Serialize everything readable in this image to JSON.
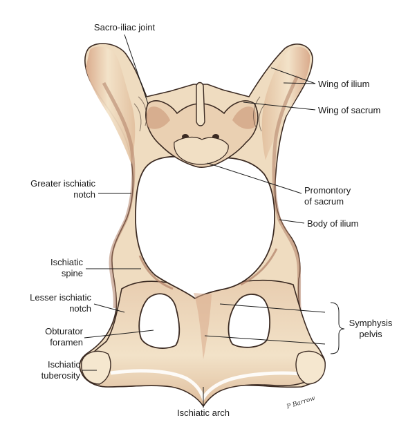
{
  "labels": {
    "sacro_iliac_joint": "Sacro-iliac joint",
    "wing_of_ilium": "Wing of ilium",
    "wing_of_sacrum": "Wing of sacrum",
    "greater_ischiatic_notch_1": "Greater ischiatic",
    "greater_ischiatic_notch_2": "notch",
    "promontory_1": "Promontory",
    "promontory_2": "of sacrum",
    "body_of_ilium": "Body of ilium",
    "ischiatic_spine_1": "Ischiatic",
    "ischiatic_spine_2": "spine",
    "lesser_ischiatic_notch_1": "Lesser ischiatic",
    "lesser_ischiatic_notch_2": "notch",
    "obturator_foramen_1": "Obturator",
    "obturator_foramen_2": "foramen",
    "symphysis_pelvis_1": "Symphysis",
    "symphysis_pelvis_2": "pelvis",
    "ischiatic_tuberosity_1": "Ischiatic",
    "ischiatic_tuberosity_2": "tuberosity",
    "ischiatic_arch": "Ischiatic arch"
  },
  "signature": "P Barrow",
  "colors": {
    "bone_fill": "#efdcc0",
    "bone_shade": "#d9a98a",
    "bone_dark": "#b07f66",
    "outline": "#3b2a22",
    "leader": "#1a1a1a"
  }
}
